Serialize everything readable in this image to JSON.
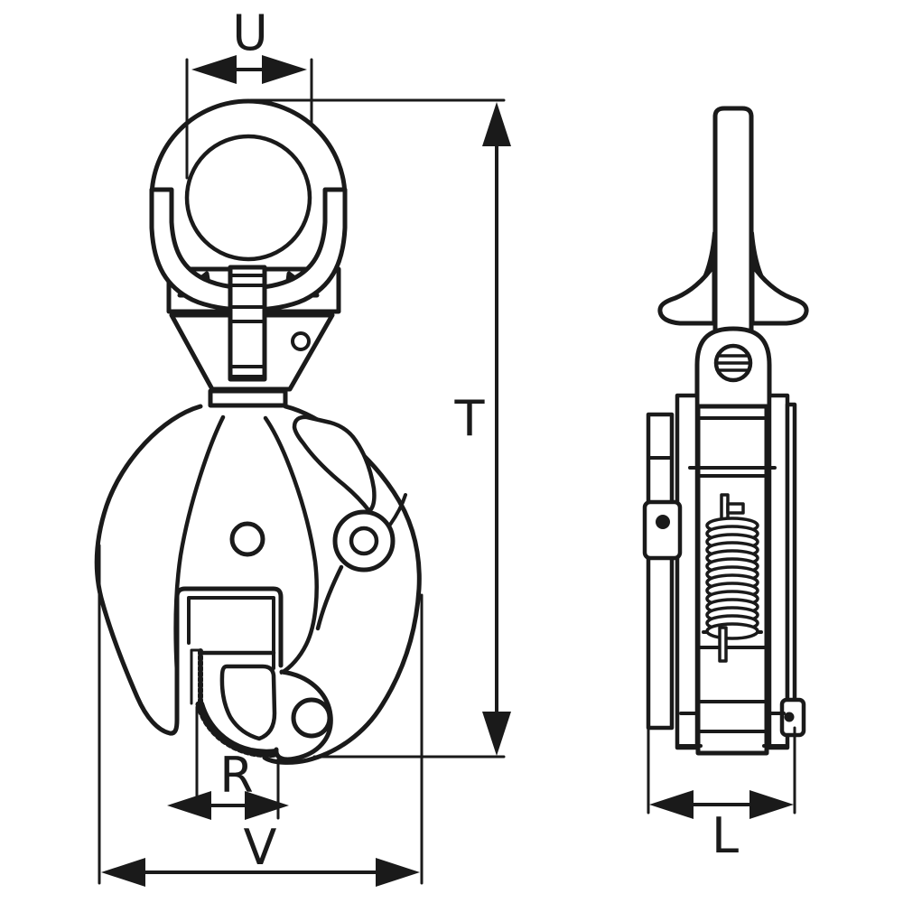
{
  "drawing": {
    "background_color": "#ffffff",
    "line_color": "#1a1a1a",
    "dimension_labels": {
      "u": "U",
      "t": "T",
      "r": "R",
      "v": "V",
      "l": "L"
    }
  }
}
